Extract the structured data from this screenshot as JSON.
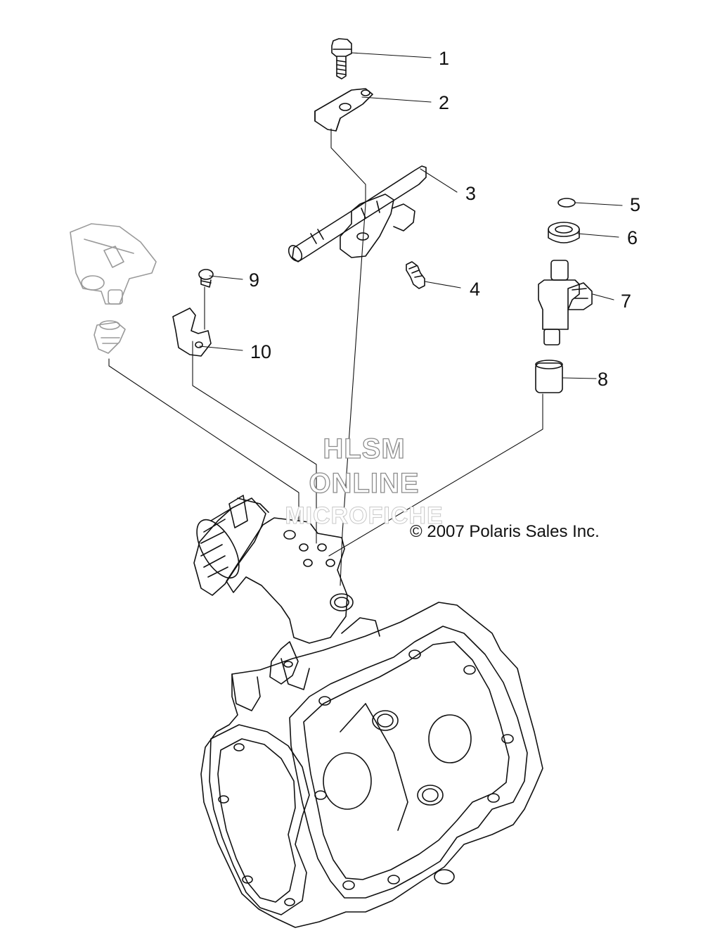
{
  "callouts": [
    "1",
    "2",
    "3",
    "4",
    "5",
    "6",
    "7",
    "8",
    "9",
    "10"
  ],
  "copyright": "© 2007 Polaris Sales Inc.",
  "watermark": {
    "line1": "HLSM",
    "line2": "ONLINE",
    "line3": "MICROFICHE"
  }
}
